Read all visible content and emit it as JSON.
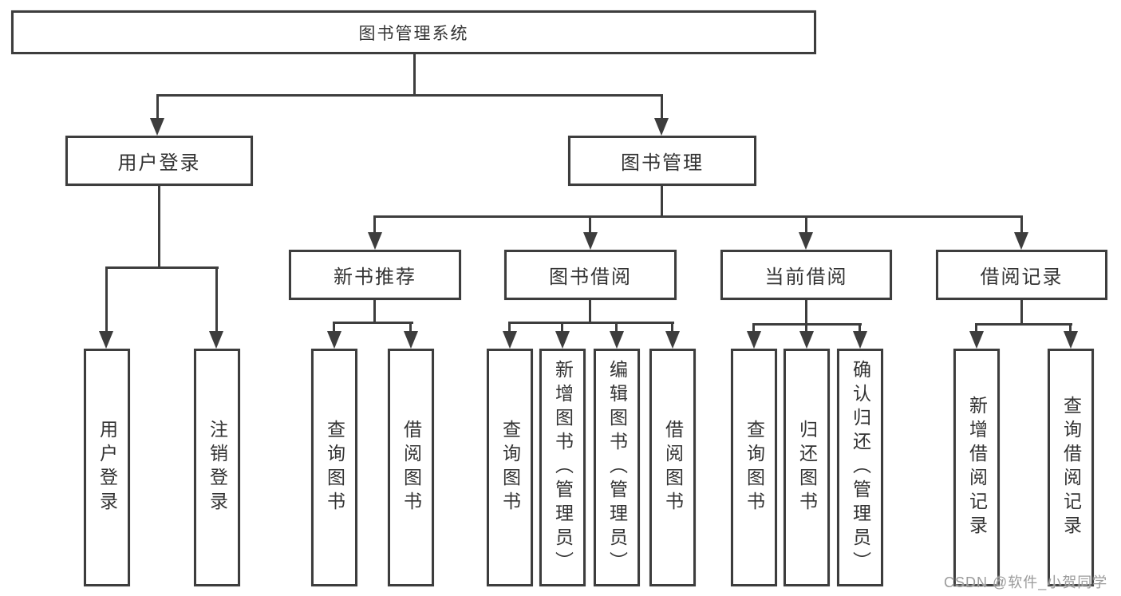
{
  "diagram": {
    "root_label": "图书管理系统",
    "level2": {
      "user_login": "用户登录",
      "book_mgmt": "图书管理"
    },
    "level3": {
      "new_books": "新书推荐",
      "borrowing": "图书借阅",
      "current": "当前借阅",
      "records": "借阅记录"
    },
    "leaves": {
      "user_login": [
        "用户登录",
        "注销登录"
      ],
      "new_books": [
        "查询图书",
        "借阅图书"
      ],
      "borrowing": [
        "查询图书",
        "新增图书（管理员）",
        "编辑图书（管理员）",
        "借阅图书"
      ],
      "current": [
        "查询图书",
        "归还图书",
        "确认归还（管理员）"
      ],
      "records": [
        "新增借阅记录",
        "查询借阅记录"
      ]
    },
    "watermark": "CSDN @软件_小贺同学",
    "colors": {
      "line": "#3d3d3d",
      "text": "#333333",
      "watermark": "#9b9b9b",
      "background": "#ffffff"
    }
  }
}
